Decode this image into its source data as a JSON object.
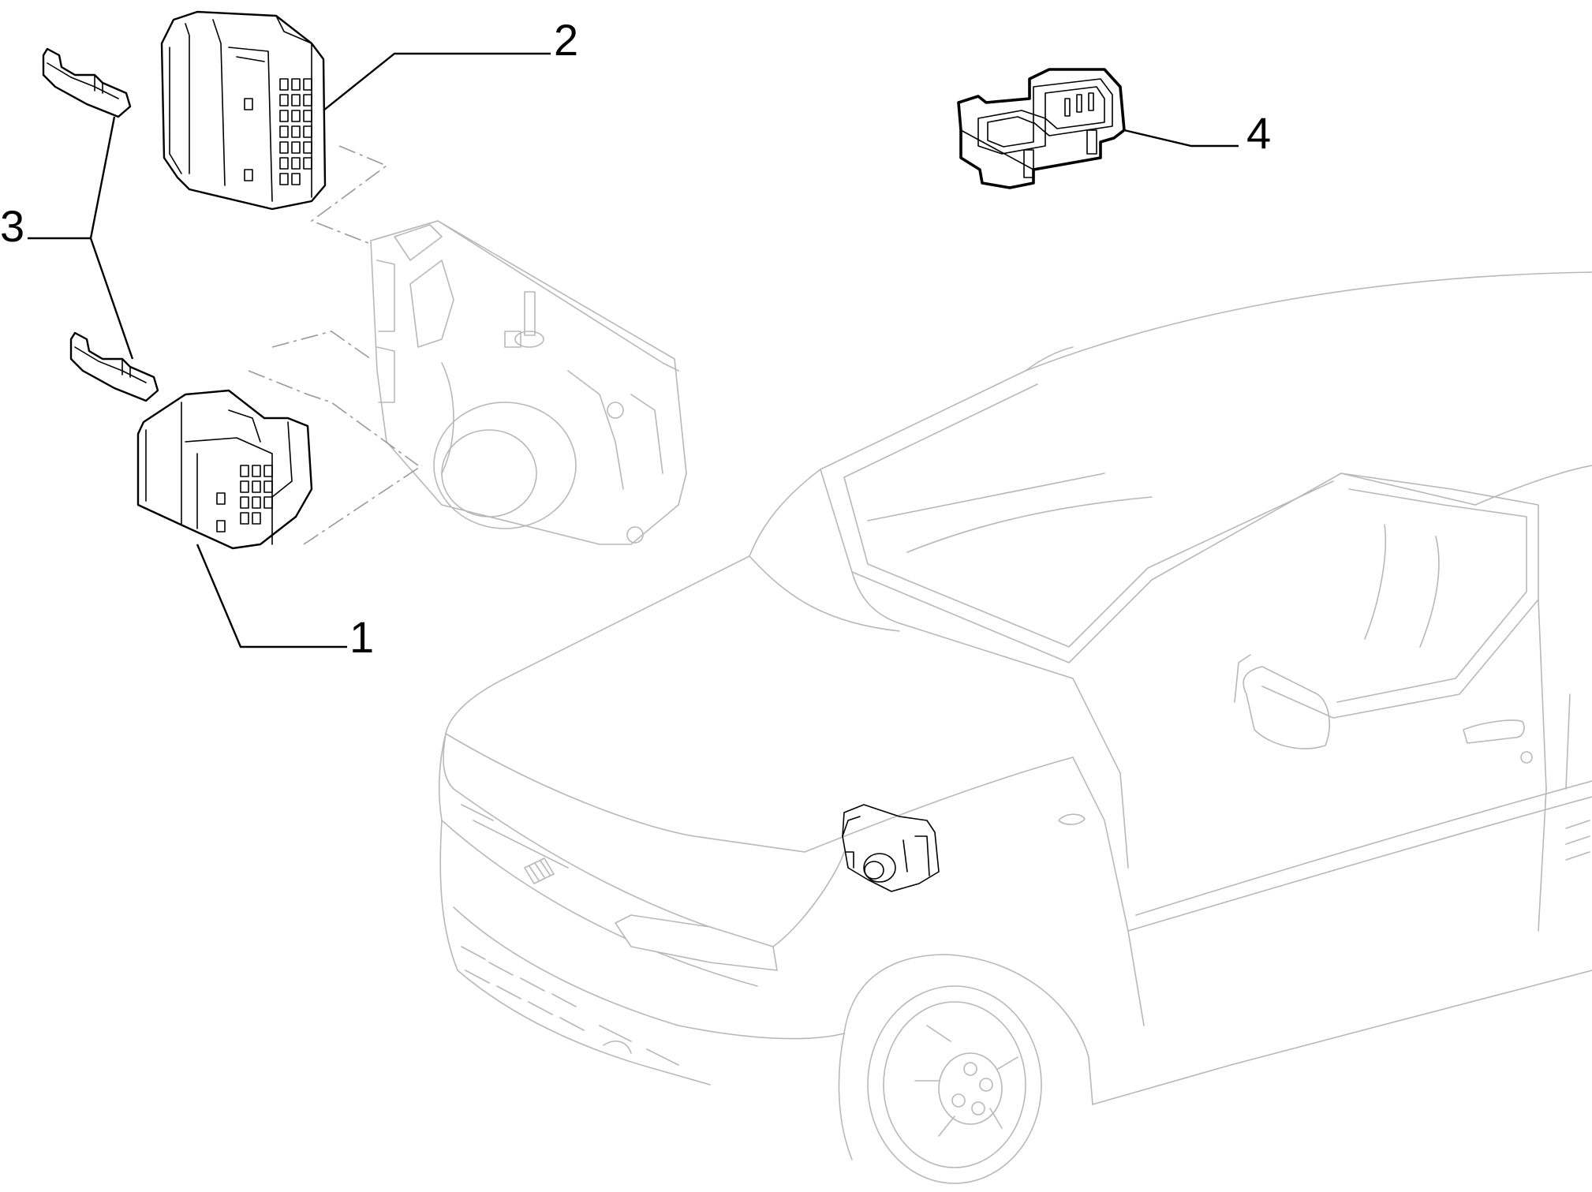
{
  "callouts": [
    {
      "id": "1",
      "label": "1"
    },
    {
      "id": "2",
      "label": "2"
    },
    {
      "id": "3",
      "label": "3"
    },
    {
      "id": "4",
      "label": "4"
    }
  ],
  "colors": {
    "ink": "#000000",
    "ghost": "#b8b8b8",
    "background": "#ffffff"
  }
}
